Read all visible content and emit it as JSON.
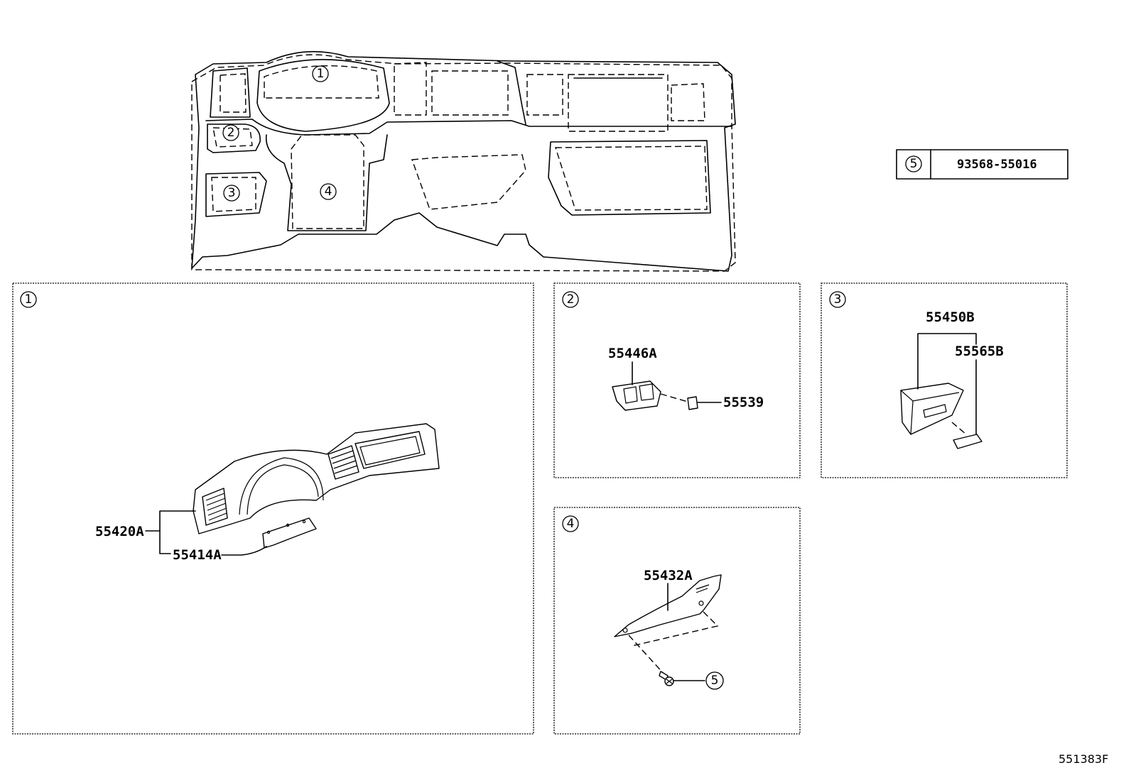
{
  "overview": {
    "callouts": [
      "1",
      "2",
      "3",
      "4"
    ]
  },
  "parts_table": {
    "ref": "5",
    "part_number": "93568-55016"
  },
  "panels": [
    {
      "ref": "1",
      "parts": [
        "55420A",
        "55414A"
      ]
    },
    {
      "ref": "2",
      "parts": [
        "55446A",
        "55539"
      ]
    },
    {
      "ref": "3",
      "parts": [
        "55450B",
        "55565B"
      ]
    },
    {
      "ref": "4",
      "parts": [
        "55432A"
      ],
      "fastener_ref": "5"
    }
  ],
  "diagram_ref": "551383F"
}
